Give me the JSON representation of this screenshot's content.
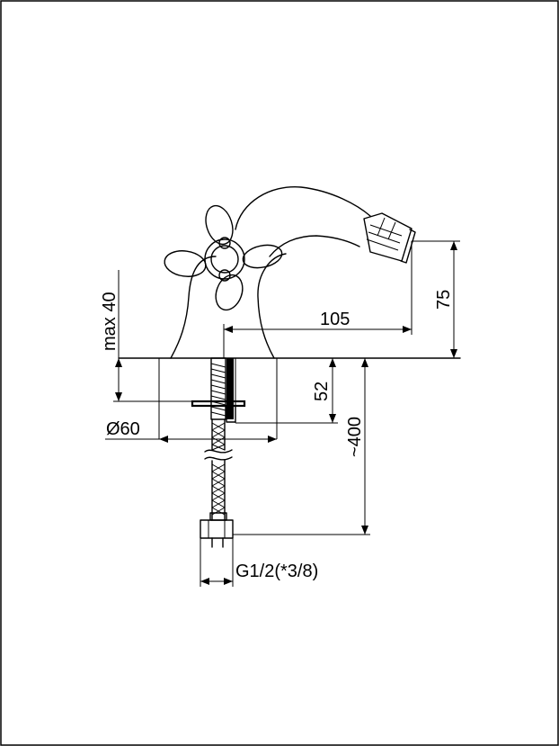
{
  "dimensions": {
    "spout_height": "75",
    "reach": "105",
    "max_deck": "max 40",
    "shank_length": "52",
    "base_diameter": "Ø60",
    "hose_length": "~400",
    "thread": "G1/2(*3/8)"
  }
}
